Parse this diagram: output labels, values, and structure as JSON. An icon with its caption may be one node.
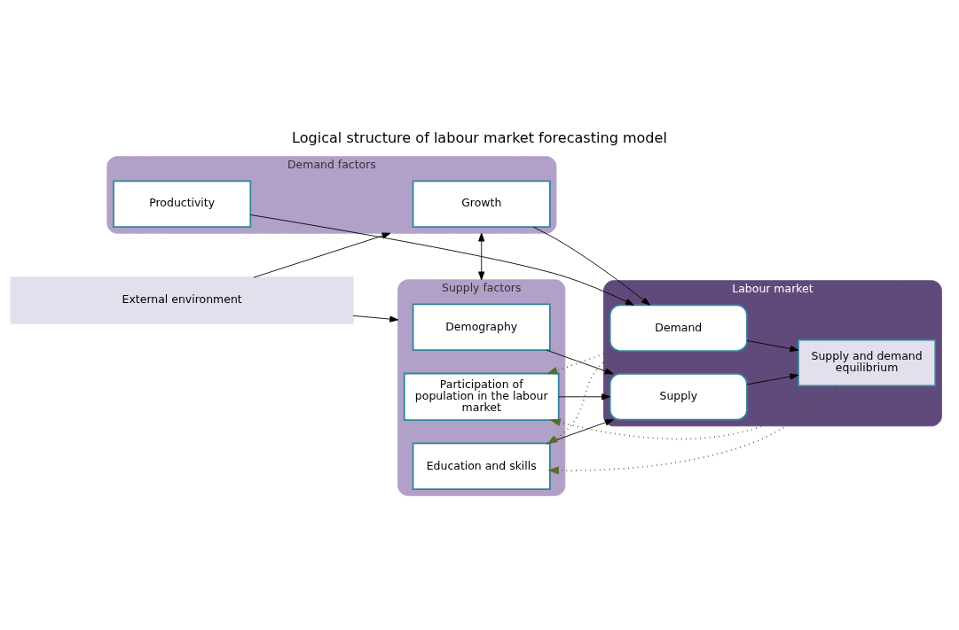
{
  "diagram": {
    "title": "Logical structure of labour market forecasting model",
    "nodes": [
      {
        "text": [
          "Supply factors"
        ]
      },
      {
        "text": [
          "Demography"
        ],
        "in": 0
      },
      {
        "text": [
          "Participation of population in the labour market"
        ],
        "in": 0
      },
      {
        "text": [
          "Education and skills"
        ],
        "in": 0
      },
      {
        "text": [
          "Labour market"
        ]
      },
      {
        "text": [
          "Demand"
        ],
        "in": 4
      },
      {
        "text": [
          "Supply and demand equilibrium"
        ],
        "in": 4
      },
      {
        "text": [
          "Supply"
        ],
        "in": 4
      },
      {
        "text": [
          "Demand factors"
        ]
      },
      {
        "text": [
          "Growth"
        ],
        "in": 8
      },
      {
        "text": [
          "Productivity"
        ],
        "in": 8
      },
      {
        "text": [
          "External environment"
        ]
      }
    ],
    "edges": [
      {
        "from": 1,
        "to": 7,
        "arrow": "to"
      },
      {
        "from": 2,
        "to": 7,
        "arrow": "to"
      },
      {
        "from": 3,
        "to": 7,
        "arrow": "to"
      },
      {
        "from": 5,
        "to": 6,
        "arrow": "to"
      },
      {
        "from": 7,
        "to": 6,
        "arrow": "to"
      },
      {
        "from": 9,
        "to": 5,
        "arrow": "to"
      },
      {
        "from": 10,
        "to": 5,
        "arrow": "to"
      },
      {
        "from": 5,
        "to": 2,
        "arrow": "to",
        "style": "dashed",
        "color": "#556b2f"
      },
      {
        "from": 5,
        "to": 3,
        "arrow": "to",
        "style": "dashed",
        "color": "#556b2f"
      },
      {
        "from": 6,
        "to": 2,
        "arrow": "to",
        "style": "dashed",
        "color": "#556b2f"
      },
      {
        "from": 6,
        "to": 3,
        "arrow": "to",
        "style": "dashed",
        "color": "#556b2f"
      },
      {
        "from": 11,
        "to": 0,
        "arrow": "to"
      },
      {
        "from": 11,
        "to": 8,
        "arrow": "to"
      },
      {
        "from": 0,
        "to": 8,
        "arrow": "both"
      }
    ]
  }
}
